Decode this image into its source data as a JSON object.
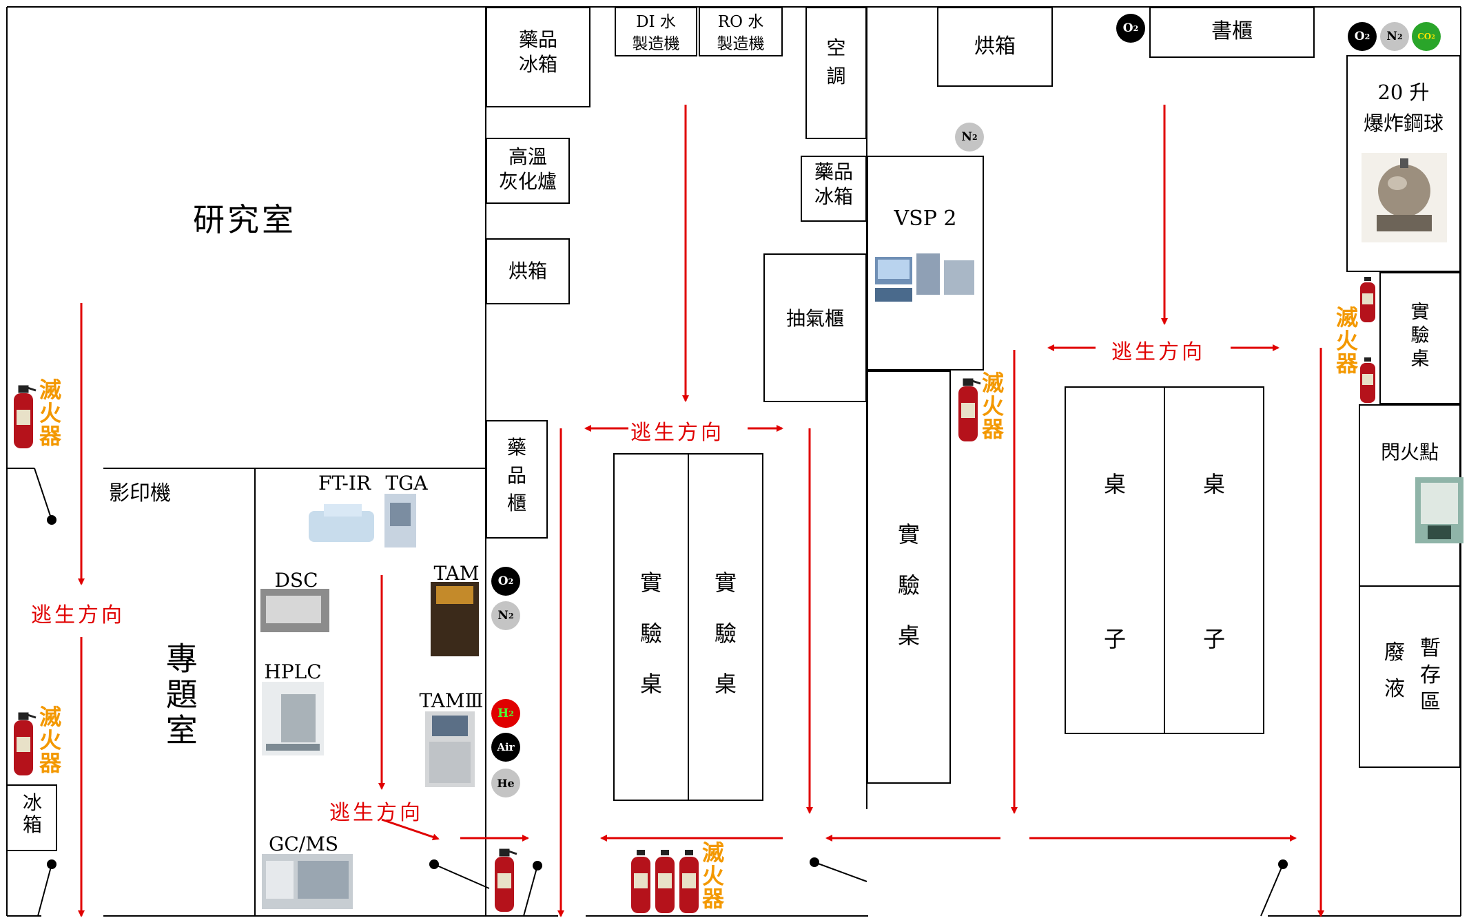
{
  "rooms": {
    "research": "研究室",
    "project": "專題室",
    "copier": "影印機",
    "fridge_small": "冰\n箱"
  },
  "equipment": {
    "chem_fridge_1": "藥品\n冰箱",
    "di_water": "DI 水\n製造機",
    "ro_water": "RO 水\n製造機",
    "aircon": "空\n調",
    "oven_1": "烘箱",
    "bookcase": "書櫃",
    "explosion_sphere": "20 升\n爆炸鋼球",
    "furnace": "高溫\n灰化爐",
    "oven_2": "烘箱",
    "chem_fridge_2": "藥品\n冰箱",
    "vsp2": "VSP 2",
    "fume_hood": "抽氣櫃",
    "chem_cabinet": "藥\n品\n櫃",
    "bench_right_top": "實\n驗\n桌",
    "flash_point": "閃火點",
    "waste_left": "廢\n液",
    "waste_right": "暫\n存\n區",
    "bench_mid": "實\n驗\n桌",
    "bench_a": "實\n驗\n桌",
    "bench_b": "實\n驗\n桌",
    "table_a_top": "桌",
    "table_a_bottom": "子",
    "table_b_top": "桌",
    "table_b_bottom": "子"
  },
  "instruments": {
    "ftir": "FT-IR",
    "tga": "TGA",
    "dsc": "DSC",
    "tam": "TAM",
    "hplc": "HPLC",
    "tam3": "TAMⅢ",
    "gcms": "GC/MS"
  },
  "gases": {
    "o2": "O",
    "n2": "N",
    "h2": "H",
    "co2": "CO",
    "sub2": "2",
    "air": "Air",
    "he": "He"
  },
  "escape_label": "逃生方向",
  "extinguisher_label": "滅\n火\n器",
  "colors": {
    "escape_red": "#e00000",
    "extinguisher_orange": "#f39800",
    "extinguisher_body": "#b5121b",
    "wall": "#000000"
  }
}
